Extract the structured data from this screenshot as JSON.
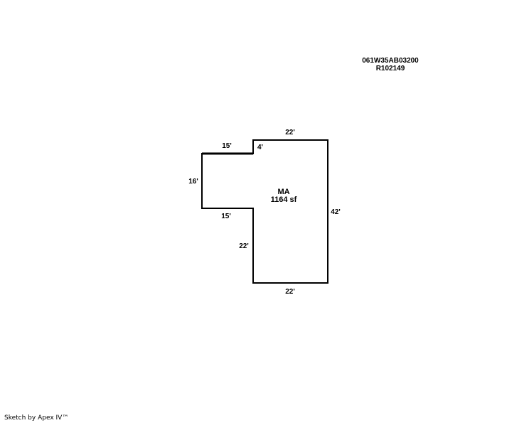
{
  "parcel": {
    "map_number": "061W35AB03200",
    "account": "R102149"
  },
  "sketch": {
    "area": {
      "code": "MA",
      "size": "1164 sf"
    },
    "dimensions": {
      "top": "22'",
      "upper_left_top": "15'",
      "notch": "4'",
      "left": "16'",
      "upper_left_bottom": "15'",
      "lower_left": "22'",
      "right": "42'",
      "bottom": "22'"
    },
    "line_color": "#000000"
  },
  "footer": {
    "credit": "Sketch by Apex IV™"
  }
}
